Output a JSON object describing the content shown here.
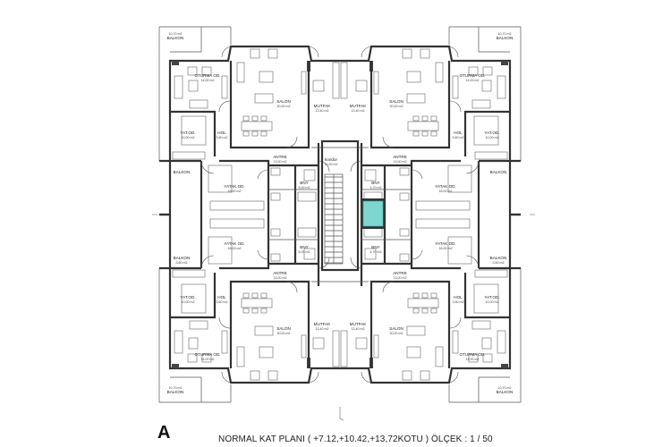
{
  "plan": {
    "block_letter": "A",
    "title": "NORMAL KAT  PLANI ( +7.12,+10.42,+13,72KOTU )  ÖLÇEK : 1 / 50",
    "core": {
      "corridor_name": "koridor",
      "corridor_area": "10,20 m2"
    },
    "quadrants": {
      "top_left": [
        {
          "name": "BALKON",
          "area": "10,70 m2"
        },
        {
          "name": "OTURMA OD.",
          "area": "14,00 m2"
        },
        {
          "name": "SALON",
          "area": "30,00 m2"
        },
        {
          "name": "MUTFAK",
          "area": "13,40 m2"
        },
        {
          "name": "YAT.OD.",
          "area": "10,00 m2"
        },
        {
          "name": "HOL",
          "area": "3,60 m2"
        },
        {
          "name": "ANTRE",
          "area": "13,00 m2"
        },
        {
          "name": "BALKON",
          "area": ""
        },
        {
          "name": "YATAK OD.",
          "area": "16,00 m2"
        },
        {
          "name": "BNY",
          "area": "5,00 m2"
        }
      ],
      "top_right": [
        {
          "name": "BALKON",
          "area": "10,70 m2"
        },
        {
          "name": "OTURMA OD.",
          "area": "14,00 m2"
        },
        {
          "name": "SALON",
          "area": "30,00 m2"
        },
        {
          "name": "MUTFAK",
          "area": "13,40 m2"
        },
        {
          "name": "YAT.OD.",
          "area": "10,00 m2"
        },
        {
          "name": "HOL",
          "area": "3,60 m2"
        },
        {
          "name": "ANTRE",
          "area": "13,00 m2"
        },
        {
          "name": "BALKON",
          "area": ""
        },
        {
          "name": "YATAK OD.",
          "area": "16,00 m2"
        },
        {
          "name": "BNY",
          "area": "4,70 m2"
        }
      ],
      "bottom_left": [
        {
          "name": "BALKON",
          "area": "10,70 m2"
        },
        {
          "name": "OTURMA OD.",
          "area": "14,00 m2"
        },
        {
          "name": "SALON",
          "area": "30,00 m2"
        },
        {
          "name": "MUTFAK",
          "area": "13,40 m2"
        },
        {
          "name": "YAT.OD.",
          "area": "10,00 m2"
        },
        {
          "name": "HOL",
          "area": "3,60 m2"
        },
        {
          "name": "ANTRE",
          "area": "13,00 m2"
        },
        {
          "name": "BALKON",
          "area": "3,60 m2"
        },
        {
          "name": "YATAK OD.",
          "area": "16,00 m2"
        },
        {
          "name": "BNY",
          "area": "5,00 m2"
        }
      ],
      "bottom_right": [
        {
          "name": "BALKON",
          "area": "10,70 m2"
        },
        {
          "name": "OTURMA OD.",
          "area": "14,00 m2"
        },
        {
          "name": "SALON",
          "area": "30,00 m2"
        },
        {
          "name": "MUTFAK",
          "area": "13,40 m2"
        },
        {
          "name": "YAT.OD.",
          "area": "10,00 m2"
        },
        {
          "name": "HOL",
          "area": "3,60 m2"
        },
        {
          "name": "ANTRE",
          "area": "13,00 m2"
        },
        {
          "name": "BALKON",
          "area": "3,60 m2"
        },
        {
          "name": "YATAK OD.",
          "area": "16,00 m2"
        },
        {
          "name": "BNY",
          "area": "4,70 m2"
        }
      ]
    },
    "colors": {
      "walls": "#333333",
      "elevator": "#7fd6d0",
      "axis_marks": "#9a7fc0"
    }
  }
}
